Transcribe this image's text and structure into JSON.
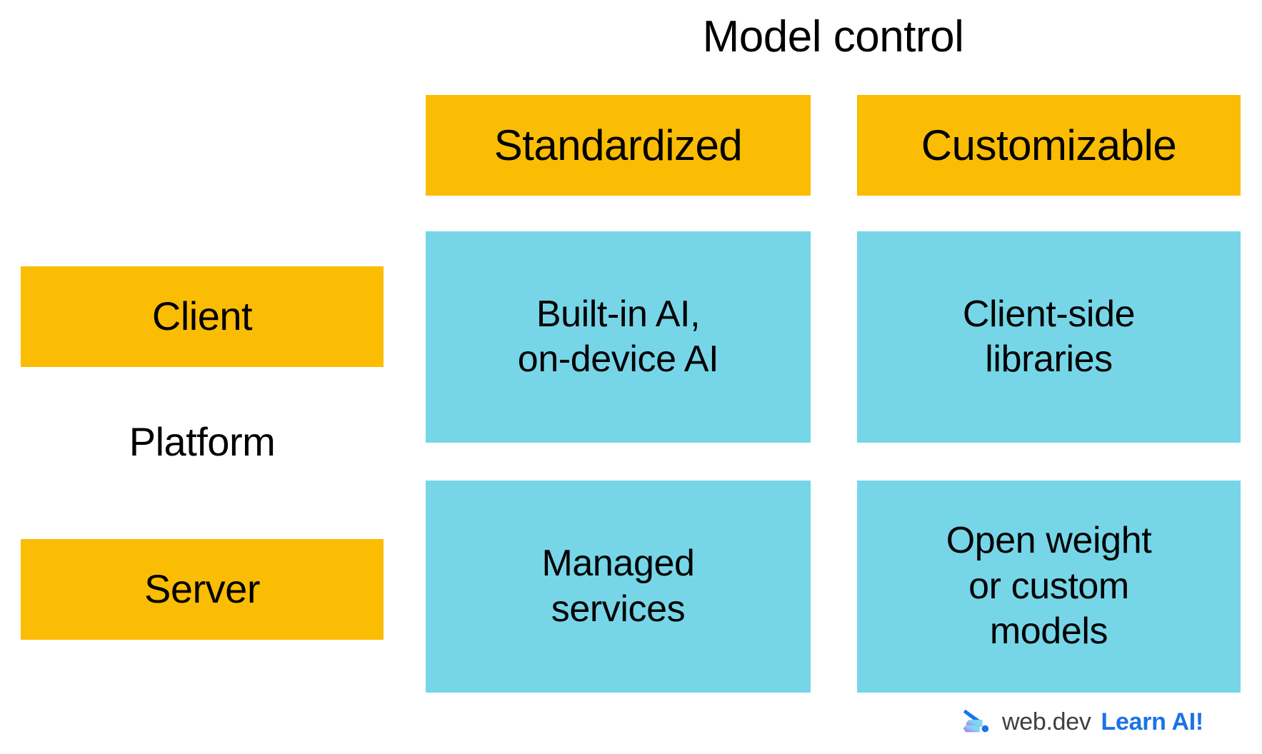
{
  "diagram": {
    "title": "Model control",
    "row_axis_label": "Platform",
    "columns": [
      {
        "id": "standardized",
        "label": "Standardized"
      },
      {
        "id": "customizable",
        "label": "Customizable"
      }
    ],
    "rows": [
      {
        "id": "client",
        "label": "Client"
      },
      {
        "id": "server",
        "label": "Server"
      }
    ],
    "cells": [
      {
        "row": "client",
        "column": "standardized",
        "lines": [
          "Built-in AI,",
          "on-device AI"
        ]
      },
      {
        "row": "client",
        "column": "customizable",
        "lines": [
          "Client-side",
          "libraries"
        ]
      },
      {
        "row": "server",
        "column": "standardized",
        "lines": [
          "Managed",
          "services"
        ]
      },
      {
        "row": "server",
        "column": "customizable",
        "lines": [
          "Open weight",
          "or custom",
          "models"
        ]
      }
    ],
    "colors": {
      "header_fill": "#FBBC04",
      "row_label_fill": "#FBBC04",
      "cell_fill": "#76D6E8",
      "text": "#000000",
      "background": "#FFFFFF"
    }
  },
  "footer": {
    "logo_icon": "webdev-chevron-icon",
    "brand": "web.dev",
    "tagline": "Learn AI!",
    "brand_color": "#3C4043",
    "tagline_color": "#1A73E8"
  }
}
